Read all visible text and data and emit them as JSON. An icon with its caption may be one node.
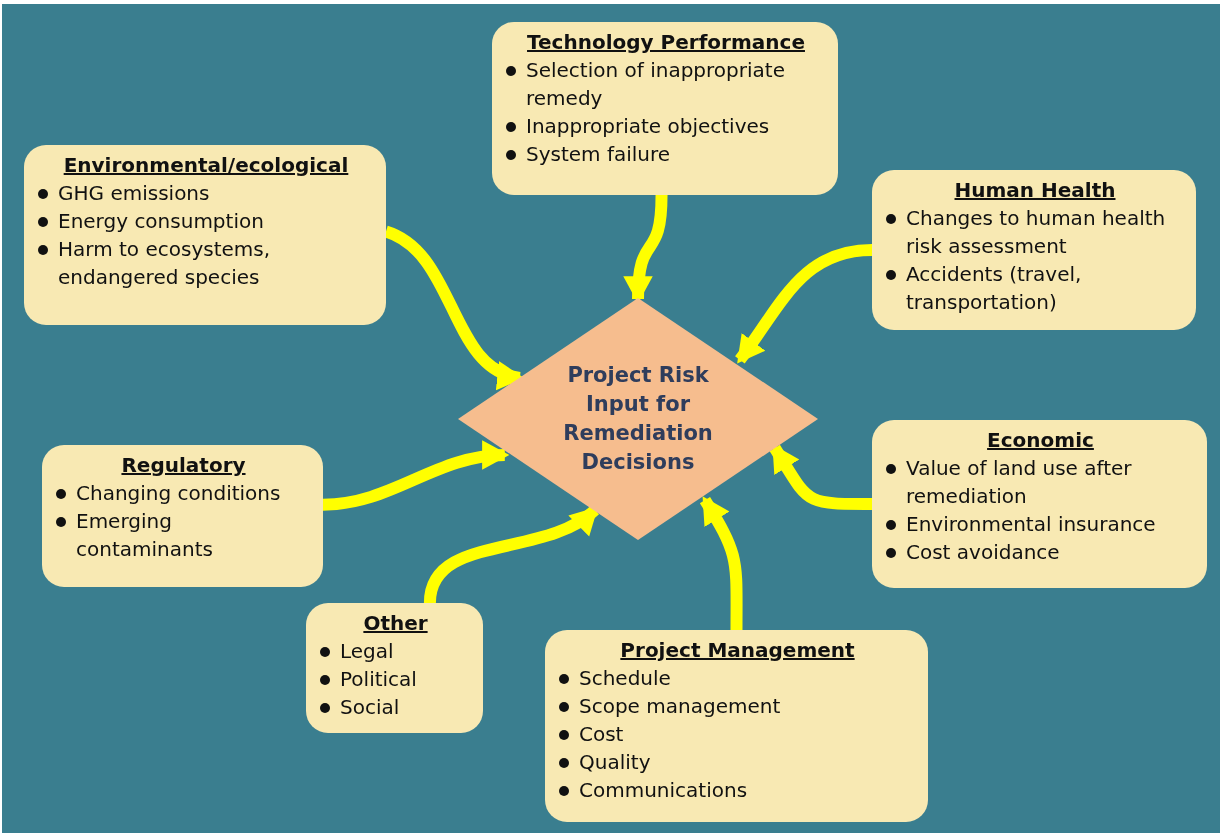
{
  "diagram": {
    "nodes": [
      {
        "text": [
          "Technology Performance",
          "Selection of inappropriate remedy",
          "Inappropriate objectives",
          "System failure"
        ]
      },
      {
        "text": [
          "Environmental/ecological",
          "GHG emissions",
          "Energy consumption",
          "Harm to ecosystems, endangered species"
        ]
      },
      {
        "text": [
          "Human Health",
          "Changes to human health risk assessment",
          "Accidents (travel, transportation)"
        ]
      },
      {
        "text": [
          "Project Risk Input for Remediation Decisions"
        ]
      },
      {
        "text": [
          "Regulatory",
          "Changing conditions",
          "Emerging contaminants"
        ]
      },
      {
        "text": [
          "Economic",
          "Value of land use after remediation",
          "Environmental insurance",
          "Cost avoidance"
        ]
      },
      {
        "text": [
          "Other",
          "Legal",
          "Political",
          "Social"
        ]
      },
      {
        "text": [
          "Project Management",
          "Schedule",
          "Scope management",
          "Cost",
          "Quality",
          "Communications"
        ]
      }
    ],
    "edges": [
      {
        "from": 0,
        "to": 3,
        "arrow": "to"
      },
      {
        "from": 1,
        "to": 3,
        "arrow": "to"
      },
      {
        "from": 2,
        "to": 3,
        "arrow": "to"
      },
      {
        "from": 4,
        "to": 3,
        "arrow": "to"
      },
      {
        "from": 5,
        "to": 3,
        "arrow": "to"
      },
      {
        "from": 6,
        "to": 3,
        "arrow": "to"
      },
      {
        "from": 7,
        "to": 3,
        "arrow": "to"
      }
    ]
  }
}
